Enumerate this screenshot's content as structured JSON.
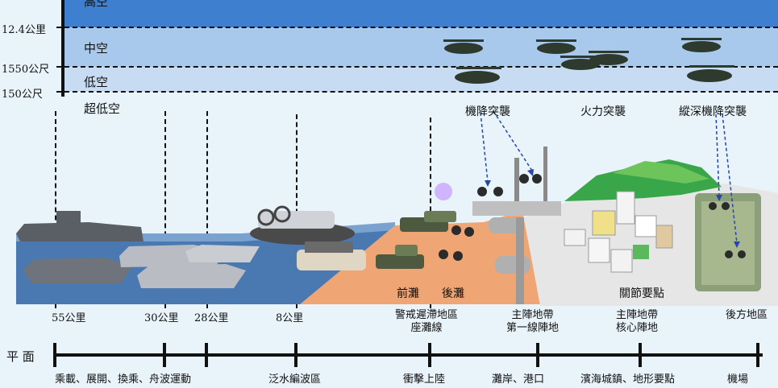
{
  "altitudes": {
    "top_label": "高空",
    "mid_label": "中空",
    "low_label": "低空",
    "ultra_low_label": "超低空",
    "alt_124": "12.4公里",
    "alt_1550": "1550公尺",
    "alt_150": "150公尺"
  },
  "heli_labels": {
    "heliborne_assault": "機降突襲",
    "fire_assault": "火力突襲",
    "deep_heliborne_assault": "縱深機降突襲"
  },
  "shore_labels": {
    "front_beach": "前灘",
    "rear_beach": "後灘",
    "key_points": "關節要點"
  },
  "distances": {
    "d55": "55公里",
    "d30": "30公里",
    "d28": "28公里",
    "d8": "8公里"
  },
  "zones": {
    "warning_zone_line1": "警戒遲滯地區",
    "warning_zone_line2": "座灘線",
    "main_position_line1": "主陣地帶",
    "main_position_line2": "第一線陣地",
    "core_position_line1": "主陣地帶",
    "core_position_line2": "核心陣地",
    "rear_area": "後方地區"
  },
  "plane_label": "平 面",
  "phases": {
    "embark": "乘載、展開、換乘、舟波運動",
    "wave_area": "泛水編波區",
    "assault": "衝擊上陸",
    "beach_port": "灘岸、港口",
    "coastal": "濱海城鎮、地形要點",
    "airport": "機場"
  },
  "colors": {
    "high_band": "#3f7fcf",
    "mid_band": "#a9c9ec",
    "low_band": "#c7dcf2",
    "sea": "#4a78b0",
    "beach": "#f0a574",
    "ground": "#e6e6e6",
    "hill": "#3aa64a"
  }
}
